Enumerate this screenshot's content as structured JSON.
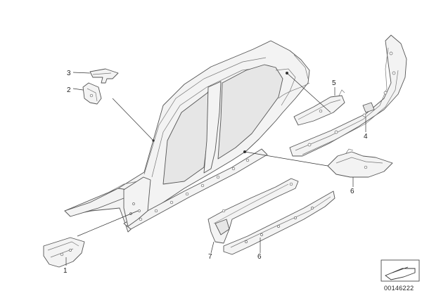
{
  "callouts": [
    {
      "id": "1",
      "label": "1"
    },
    {
      "id": "2",
      "label": "2"
    },
    {
      "id": "3",
      "label": "3"
    },
    {
      "id": "4",
      "label": "4"
    },
    {
      "id": "5",
      "label": "5"
    },
    {
      "id": "6a",
      "label": "6"
    },
    {
      "id": "6b",
      "label": "6"
    },
    {
      "id": "7",
      "label": "7"
    }
  ],
  "document_number": "00146222",
  "colors": {
    "line": "#555555",
    "fill": "#f3f3f3",
    "label": "#222222"
  }
}
